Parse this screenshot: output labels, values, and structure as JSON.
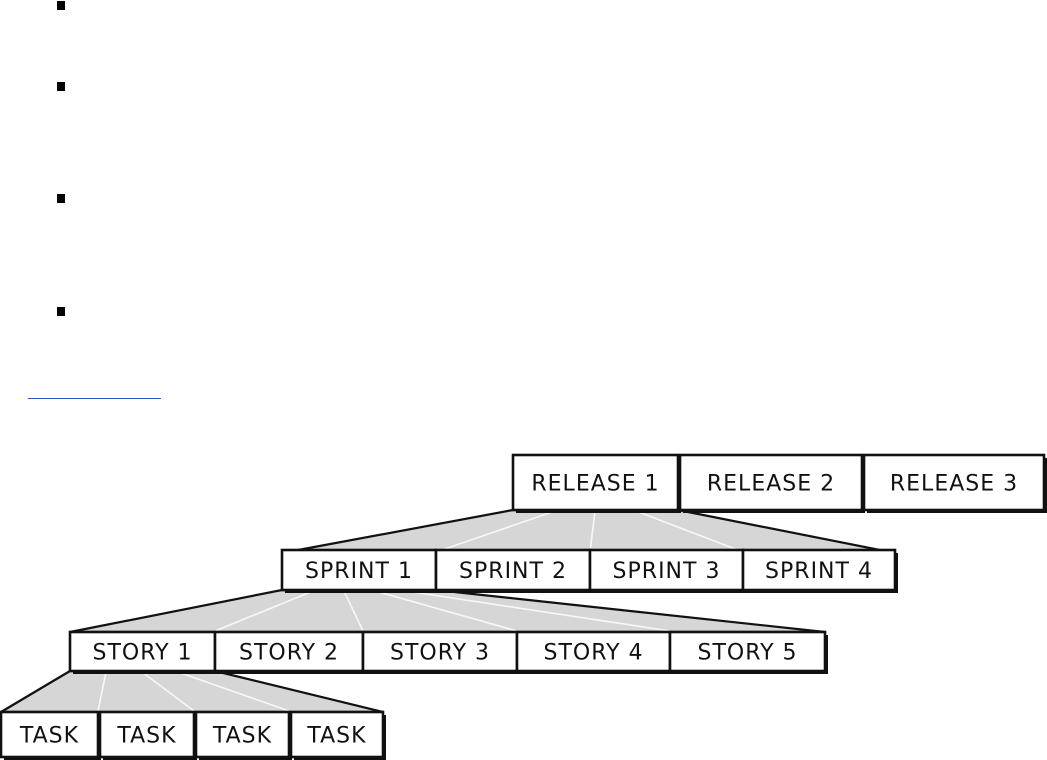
{
  "bullets_count": 4,
  "diagram": {
    "releases": [
      "RELEASE 1",
      "RELEASE 2",
      "RELEASE 3"
    ],
    "sprints": [
      "SPRINT 1",
      "SPRINT 2",
      "SPRINT 3",
      "SPRINT 4"
    ],
    "stories": [
      "STORY 1",
      "STORY 2",
      "STORY 3",
      "STORY 4",
      "STORY 5"
    ],
    "tasks": [
      "TASK",
      "TASK",
      "TASK",
      "TASK"
    ],
    "funnel_fill": "#d6d6d6",
    "line_color": "#111111"
  }
}
